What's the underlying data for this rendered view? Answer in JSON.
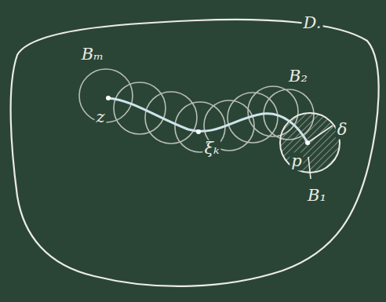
{
  "diagram": {
    "labels": [
      "D.",
      "Bₘ",
      "B₂",
      "z",
      "ξₖ",
      "δ",
      "p",
      "B₁"
    ]
  }
}
